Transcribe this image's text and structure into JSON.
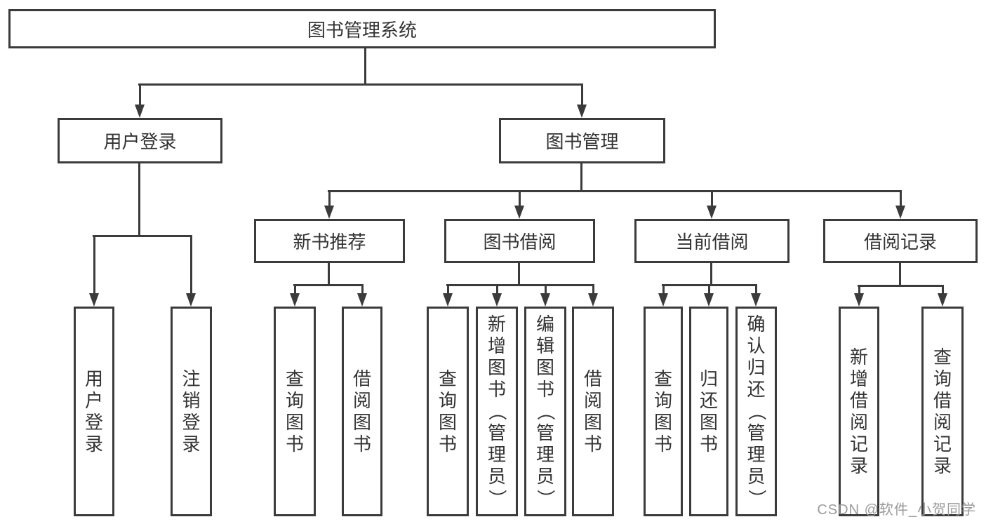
{
  "diagram": {
    "root": {
      "label": "图书管理系统"
    },
    "level1": [
      {
        "id": "user-login",
        "label": "用户登录"
      },
      {
        "id": "book-management",
        "label": "图书管理"
      }
    ],
    "level2": [
      {
        "id": "new-book-recommendation",
        "label": "新书推荐"
      },
      {
        "id": "book-borrowing",
        "label": "图书借阅"
      },
      {
        "id": "current-borrowing",
        "label": "当前借阅"
      },
      {
        "id": "borrowing-records",
        "label": "借阅记录"
      }
    ],
    "leaves": {
      "user_login": [
        {
          "label": "用户登录"
        },
        {
          "label": "注销登录"
        }
      ],
      "new_book_recommendation": [
        {
          "label": "查询图书"
        },
        {
          "label": "借阅图书"
        }
      ],
      "book_borrowing": [
        {
          "label": "查询图书"
        },
        {
          "label": "新增图书（管理员）"
        },
        {
          "label": "编辑图书（管理员）"
        },
        {
          "label": "借阅图书"
        }
      ],
      "current_borrowing": [
        {
          "label": "查询图书"
        },
        {
          "label": "归还图书"
        },
        {
          "label": "确认归还（管理员）"
        }
      ],
      "borrowing_records": [
        {
          "label": "新增借阅记录"
        },
        {
          "label": "查询借阅记录"
        }
      ]
    },
    "watermark": "CSDN @软件_小贺同学",
    "colors": {
      "line": "#3b3b3b",
      "text": "#333333",
      "background": "#ffffff",
      "watermark": "#9a9a9a"
    }
  }
}
